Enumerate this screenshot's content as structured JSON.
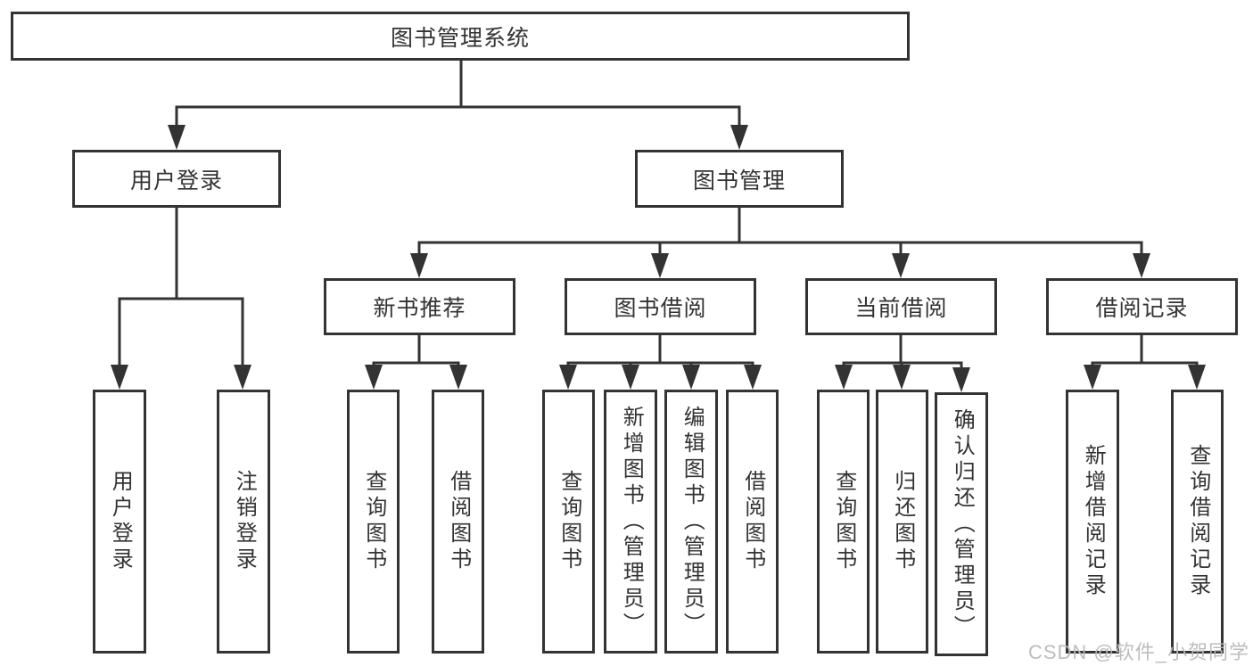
{
  "diagram": {
    "type": "tree",
    "title": "图书管理系统",
    "colors": {
      "line": "#333333",
      "box_border": "#333333",
      "text": "#333333",
      "background": "#ffffff",
      "watermark": "#b9b9b9"
    },
    "nodes": {
      "root": "图书管理系统",
      "login": "用户登录",
      "mgmt": "图书管理",
      "new_books": "新书推荐",
      "borrowing": "图书借阅",
      "current": "当前借阅",
      "records": "借阅记录",
      "login_user": "用户登录",
      "login_logout": "注销登录",
      "nb_query": "查询图书",
      "nb_borrow": "借阅图书",
      "bw_query": "查询图书",
      "bw_add": "新增图书（管理员）",
      "bw_edit": "编辑图书（管理员）",
      "bw_borrow": "借阅图书",
      "cu_query": "查询图书",
      "cu_return": "归还图书",
      "cu_confirm": "确认归还（管理员）",
      "rc_add": "新增借阅记录",
      "rc_query": "查询借阅记录"
    },
    "hierarchy": [
      {
        "parent": "图书管理系统",
        "children": [
          "用户登录",
          "图书管理"
        ]
      },
      {
        "parent": "用户登录",
        "children": [
          "用户登录",
          "注销登录"
        ]
      },
      {
        "parent": "图书管理",
        "children": [
          "新书推荐",
          "图书借阅",
          "当前借阅",
          "借阅记录"
        ]
      },
      {
        "parent": "新书推荐",
        "children": [
          "查询图书",
          "借阅图书"
        ]
      },
      {
        "parent": "图书借阅",
        "children": [
          "查询图书",
          "新增图书（管理员）",
          "编辑图书（管理员）",
          "借阅图书"
        ]
      },
      {
        "parent": "当前借阅",
        "children": [
          "查询图书",
          "归还图书",
          "确认归还（管理员）"
        ]
      },
      {
        "parent": "借阅记录",
        "children": [
          "新增借阅记录",
          "查询借阅记录"
        ]
      }
    ]
  },
  "watermark": {
    "text": "CSDN @软件_小贺同学"
  }
}
